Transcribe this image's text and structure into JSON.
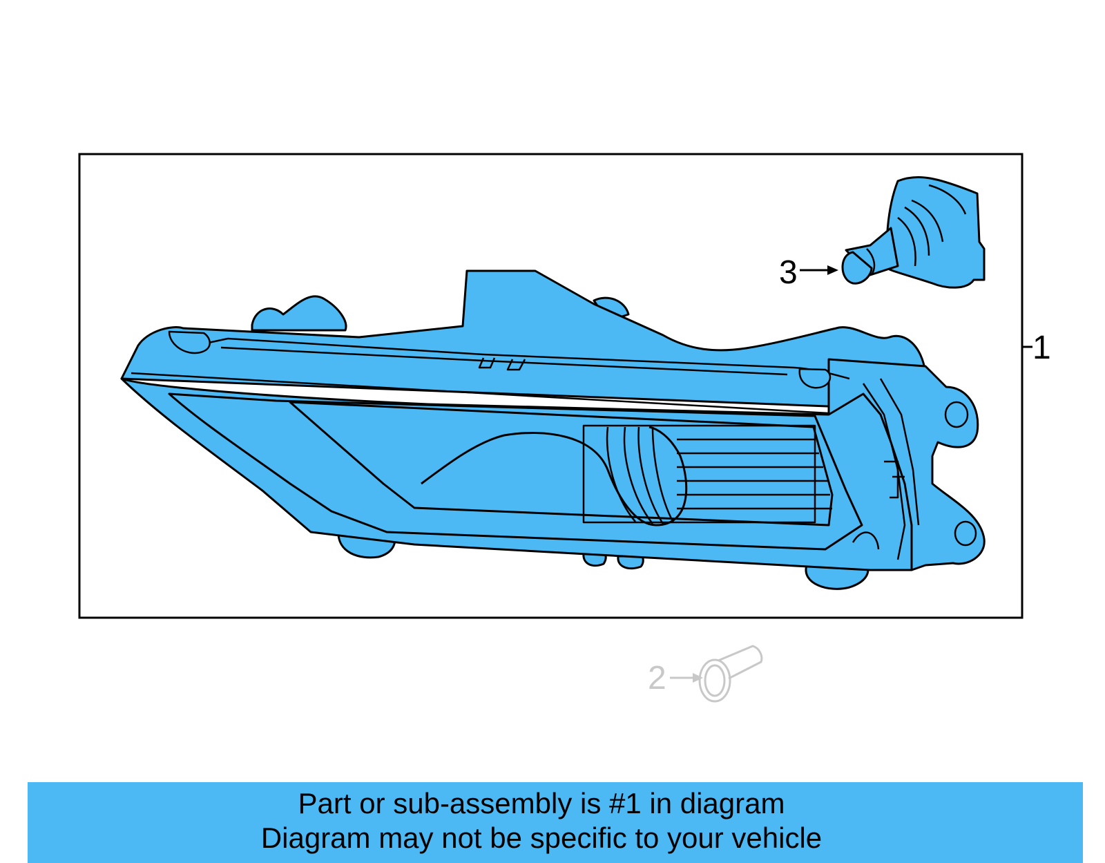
{
  "diagram": {
    "callouts": [
      {
        "number": "1",
        "part": "Fog lamp assembly"
      },
      {
        "number": "2",
        "part": "Screw"
      },
      {
        "number": "3",
        "part": "Bulb"
      }
    ]
  },
  "colors": {
    "part_fill": "#4CB9F4",
    "outline": "#000000",
    "inactive_part": "#C8C8C8",
    "banner": "#4CB9F4"
  },
  "banner": {
    "line1": "Part or sub-assembly is #1 in diagram",
    "line2": "Diagram may not be specific to your vehicle"
  }
}
